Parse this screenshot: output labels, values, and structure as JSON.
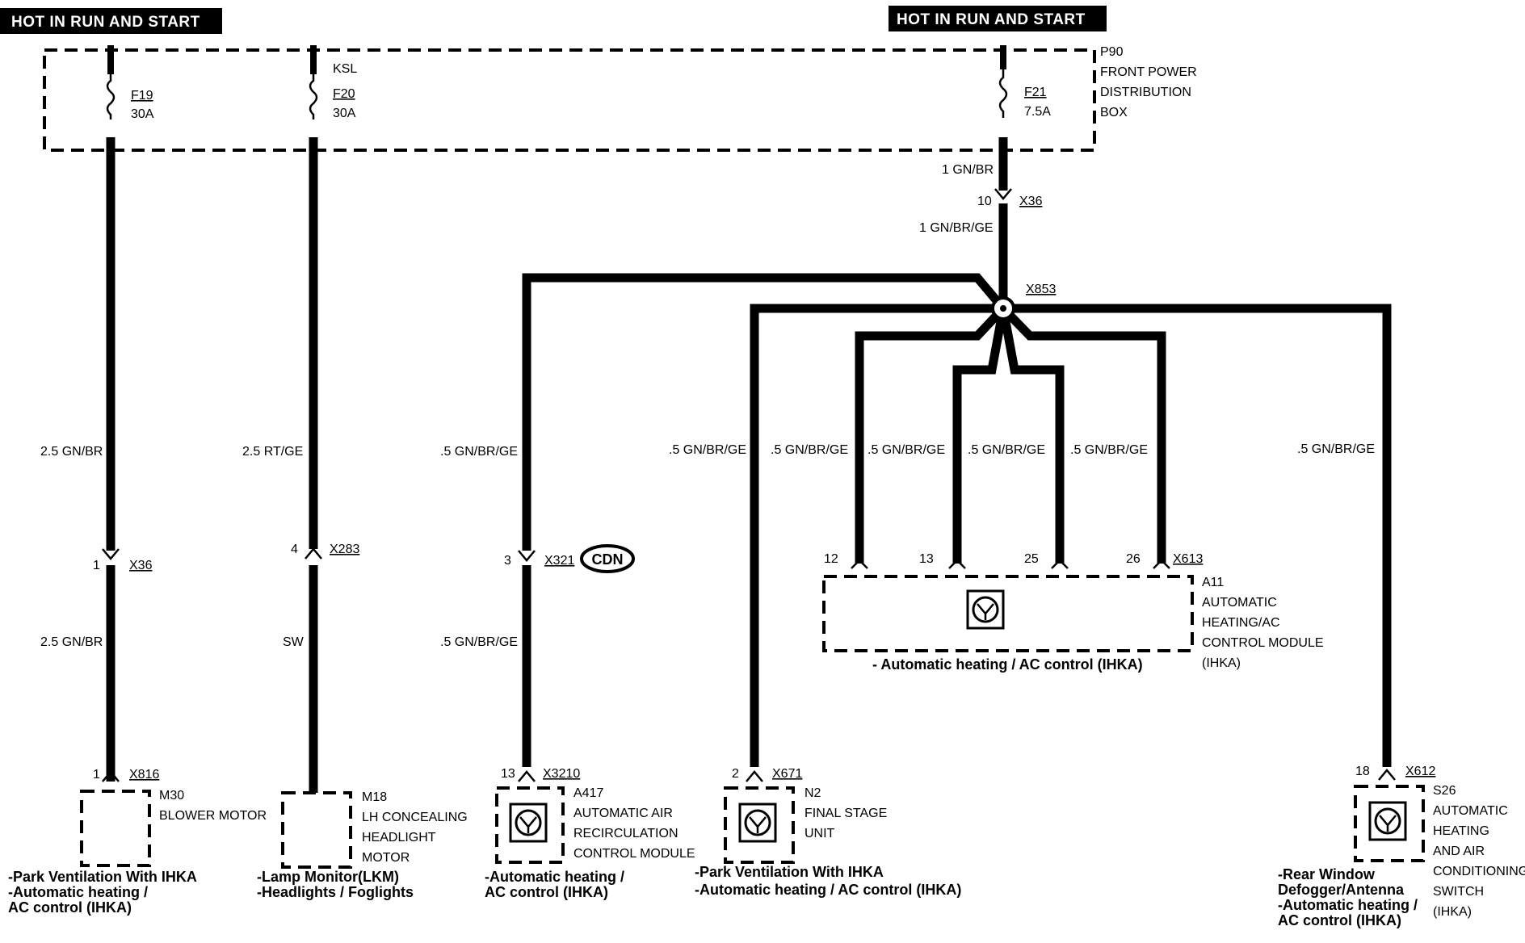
{
  "headers": {
    "left": "HOT IN RUN AND START",
    "right": "HOT IN RUN AND START"
  },
  "fuse_box": {
    "id": "P90",
    "line1": "FRONT POWER",
    "line2": "DISTRIBUTION",
    "line3": "BOX",
    "ksl": "KSL"
  },
  "fuses": [
    {
      "id": "F19",
      "rating": "30A"
    },
    {
      "id": "F20",
      "rating": "30A"
    },
    {
      "id": "F21",
      "rating": "7.5A"
    }
  ],
  "wires": {
    "w1_top": "2.5 GN/BR",
    "w1_bot": "2.5 GN/BR",
    "w2_top": "2.5 RT/GE",
    "w2_bot": "SW",
    "w3_top": ".5 GN/BR/GE",
    "w3_bot": ".5 GN/BR/GE",
    "f21_out": "1 GN/BR",
    "x36_out": "1 GN/BR/GE",
    "b1": ".5 GN/BR/GE",
    "b2": ".5 GN/BR/GE",
    "b3": ".5 GN/BR/GE",
    "b4": ".5 GN/BR/GE",
    "b5": ".5 GN/BR/GE",
    "b6": ".5 GN/BR/GE"
  },
  "connectors": {
    "x36_a": {
      "id": "X36",
      "pin": "1"
    },
    "x283": {
      "id": "X283",
      "pin": "4"
    },
    "x321": {
      "id": "X321",
      "pin": "3",
      "badge": "CDN"
    },
    "x36_b": {
      "id": "X36",
      "pin": "10"
    },
    "x853": {
      "id": "X853"
    },
    "x613": {
      "id": "X613",
      "pins": [
        "12",
        "13",
        "25",
        "26"
      ]
    },
    "x816": {
      "id": "X816",
      "pin": "1"
    },
    "x3210": {
      "id": "X3210",
      "pin": "13"
    },
    "x671": {
      "id": "X671",
      "pin": "2"
    },
    "x612": {
      "id": "X612",
      "pin": "18"
    }
  },
  "components": {
    "m30": {
      "id": "M30",
      "name": "BLOWER MOTOR"
    },
    "m18": {
      "id": "M18",
      "l1": "LH CONCEALING",
      "l2": "HEADLIGHT",
      "l3": "MOTOR"
    },
    "a417": {
      "id": "A417",
      "l1": "AUTOMATIC AIR",
      "l2": "RECIRCULATION",
      "l3": "CONTROL MODULE"
    },
    "n2": {
      "id": "N2",
      "l1": "FINAL STAGE",
      "l2": "UNIT"
    },
    "a11": {
      "id": "A11",
      "l1": "AUTOMATIC",
      "l2": "HEATING/AC",
      "l3": "CONTROL MODULE",
      "l4": "(IHKA)"
    },
    "s26": {
      "id": "S26",
      "l1": "AUTOMATIC",
      "l2": "HEATING",
      "l3": "AND AIR",
      "l4": "CONDITIONING",
      "l5": "SWITCH",
      "l6": "(IHKA)"
    }
  },
  "notes": {
    "m30": [
      "-Park Ventilation With IHKA",
      "-Automatic heating /",
      " AC control (IHKA)"
    ],
    "m18": [
      "-Lamp Monitor(LKM)",
      "-Headlights / Foglights"
    ],
    "a417": [
      "-Automatic heating /",
      " AC control (IHKA)"
    ],
    "n2": [
      "-Park Ventilation With IHKA",
      "-Automatic heating / AC control (IHKA)"
    ],
    "a11": [
      "- Automatic heating / AC control (IHKA)"
    ],
    "s26": [
      "-Rear Window",
      " Defogger/Antenna",
      "-Automatic heating /",
      " AC control (IHKA)"
    ]
  }
}
